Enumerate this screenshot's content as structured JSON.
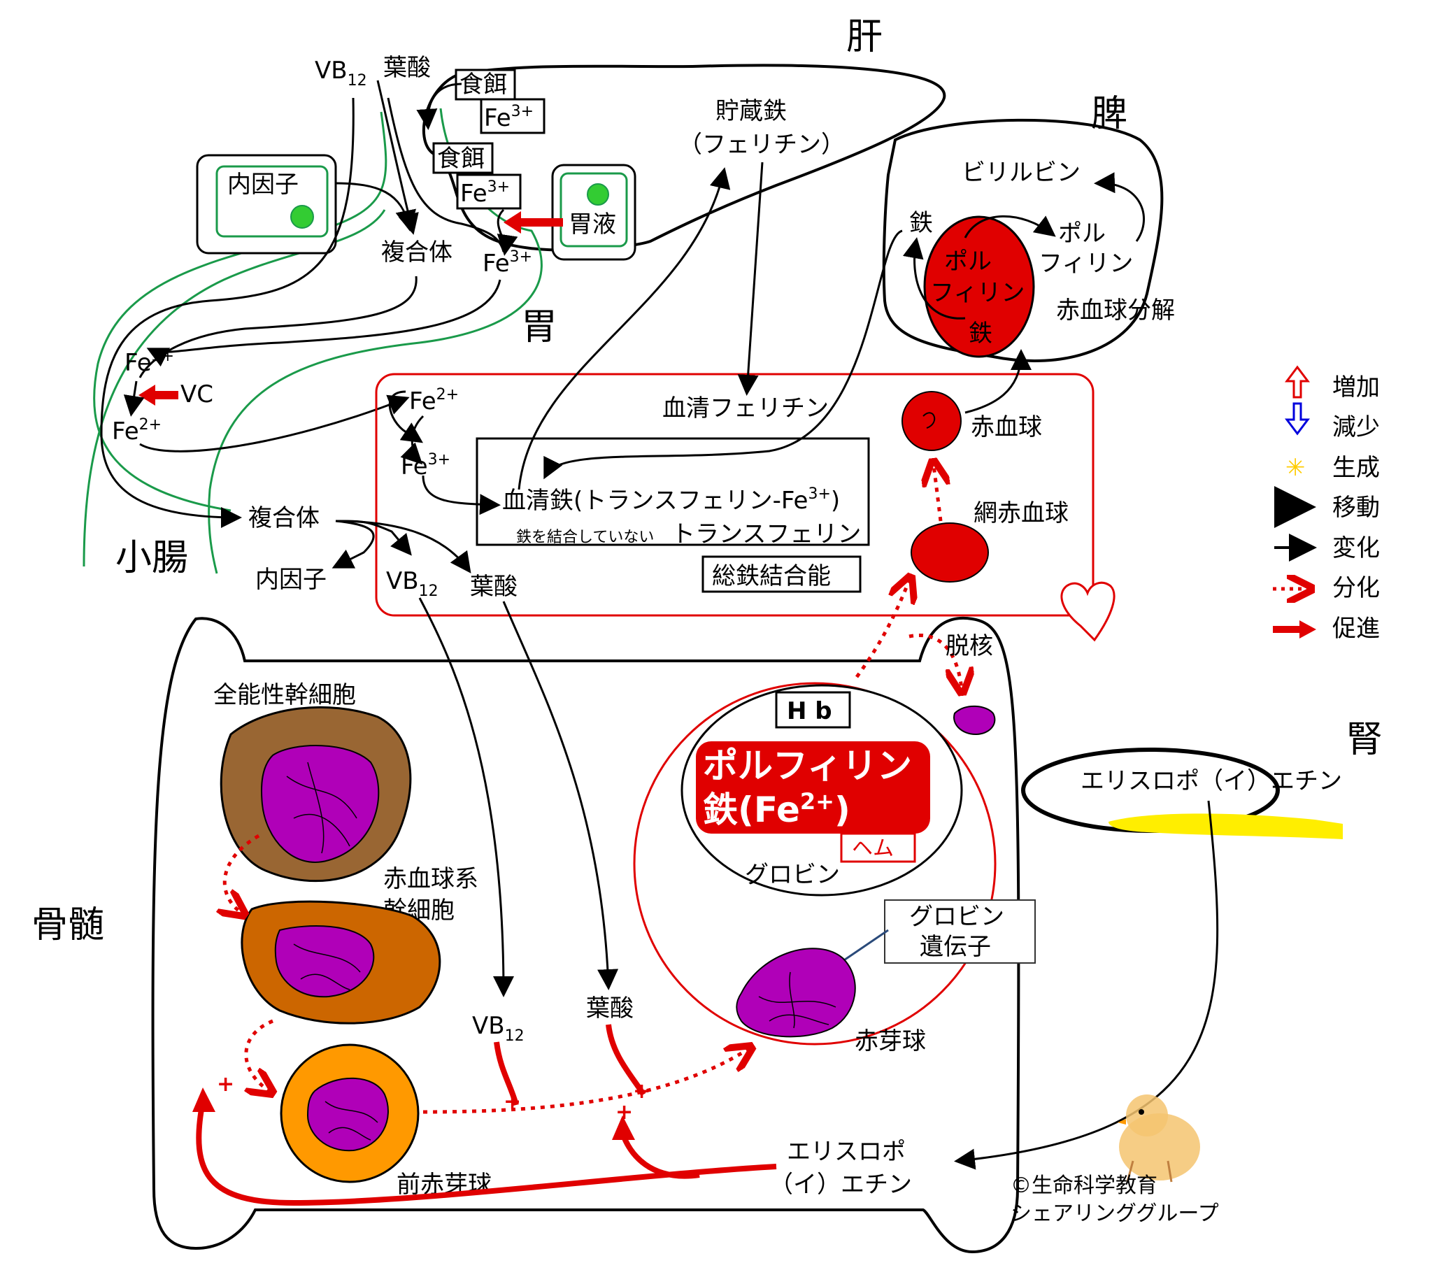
{
  "organs": {
    "liver": "肝",
    "spleen": "脾",
    "stomach": "胃",
    "small_intestine": "小腸",
    "bone_marrow": "骨髄",
    "kidney": "腎"
  },
  "intake": {
    "vb": "VB",
    "vb_sub": "12",
    "folate": "葉酸",
    "food": "食餌",
    "fe": "Fe",
    "fe3_sup": "3+",
    "fe2_sup": "2+",
    "intrinsic_factor": "内因子",
    "gastric_juice": "胃液",
    "complex": "複合体",
    "vitamin_c": "VC"
  },
  "liver": {
    "storage_iron": "貯蔵鉄",
    "ferritin": "（フェリチン）"
  },
  "spleen": {
    "bilirubin": "ビリルビン",
    "iron": "鉄",
    "porphyrin_cell": "ポル\nフィリン",
    "porphyrin": "ポル\nフィリン",
    "rbc_breakdown": "赤血球分解"
  },
  "blood": {
    "serum_ferritin": "血清フェリチン",
    "serum_iron_pre": "血清鉄(トランスフェリン-Fe",
    "serum_iron_sup": "3+",
    "serum_iron_post": ")",
    "free_transferrin_small": "鉄を結合していない",
    "free_transferrin": "トランスフェリン",
    "tibc": "総鉄結合能",
    "rbc": "赤血球",
    "reticulocyte": "網赤血球",
    "complex": "複合体",
    "intrinsic_factor": "内因子",
    "folate": "葉酸"
  },
  "marrow": {
    "totipotent": "全能性幹細胞",
    "erythroid_stem_1": "赤血球系",
    "erythroid_stem_2": "幹細胞",
    "proerythroblast": "前赤芽球",
    "erythroblast": "赤芽球",
    "enucleation": "脱核",
    "hb": "H b",
    "heme_line1": "ポルフィリン",
    "heme_line2_pre": "鉄(Fe",
    "heme_line2_sup": "2+",
    "heme_line2_post": ")",
    "heme_tag": "ヘム",
    "globin": "グロビン",
    "globin_gene_1": "グロビン",
    "globin_gene_2": "遺伝子",
    "folate": "葉酸",
    "epo_1": "エリスロポ",
    "epo_2": "（イ）エチン"
  },
  "kidney": {
    "epo": "エリスロポ（イ）エチン"
  },
  "legend": [
    {
      "label": "増加",
      "symbol": "up-arrow-red-outline"
    },
    {
      "label": "減少",
      "symbol": "down-arrow-blue-outline"
    },
    {
      "label": "生成",
      "symbol": "yellow-star"
    },
    {
      "label": "移動",
      "symbol": "bold-black-arrow"
    },
    {
      "label": "変化",
      "symbol": "thin-black-arrow"
    },
    {
      "label": "分化",
      "symbol": "dotted-red-arrow"
    },
    {
      "label": "促進",
      "symbol": "red-plus-arrow"
    }
  ],
  "credit": {
    "line1": "©生命科学教育",
    "line2": "シェアリンググループ"
  },
  "colors": {
    "red": "#e00000",
    "green": "#1a9a4a",
    "purple": "#b000b8",
    "brown": "#996633",
    "orange_brown": "#cc6600",
    "orange": "#ff9900",
    "yellow": "#ffee00",
    "blue": "#0000dd"
  }
}
